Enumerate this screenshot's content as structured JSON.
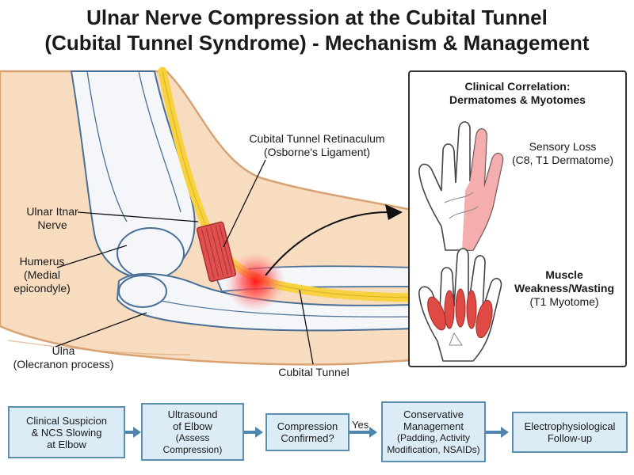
{
  "title": {
    "line1": "Ulnar Nerve Compression at the Cubital Tunnel",
    "line2": "(Cubital Tunnel Syndrome) - Mechanism & Management"
  },
  "labels": {
    "retinaculum": {
      "line1": "Cubital Tunnel Retinaculum",
      "line2": "(Osborne's Ligament)"
    },
    "ulnar_nerve": {
      "line1": "Ulnar Itnar",
      "line2": "Nerve"
    },
    "humerus": {
      "line1": "Humerus",
      "line2": "(Medial",
      "line3": "epicondyle)"
    },
    "ulna": {
      "line1": "Ulna",
      "line2": "(Olecranon process)"
    },
    "cubital_tunnel": "Cubital Tunnel"
  },
  "panel": {
    "title_line1": "Clinical Correlation:",
    "title_line2": "Dermatomes & Myotomes",
    "sensory": {
      "line1": "Sensory Loss",
      "line2": "(C8, T1 Dermatome)"
    },
    "motor": {
      "line1": "Muscle",
      "line2": "Weakness/Wasting",
      "line3": "(T1 Myotome)"
    }
  },
  "flow": {
    "step1": {
      "line1": "Clinical Suspicion",
      "line2": "& NCS Slowing",
      "line3": "at Elbow"
    },
    "step2": {
      "line1": "Ultrasound",
      "line2": "of Elbow",
      "line3": "(Assess",
      "line4": "Compression)"
    },
    "step3": {
      "line1": "Compression",
      "line2": "Confirmed?"
    },
    "yes_label": "Yes",
    "step4": {
      "line1": "Conservative",
      "line2": "Management",
      "line3": "(Padding, Activity",
      "line4": "Modification, NSAIDs)"
    },
    "step5": {
      "line1": "Electrophysiological",
      "line2": "Follow-up"
    }
  },
  "colors": {
    "skin": "#f8dcc0",
    "skin_outline": "#d9a273",
    "nerve": "#f7d23e",
    "ligament": "#e05050",
    "inflammation": "#ff2020",
    "bone_outline": "#4a6f96",
    "flow_fill": "#dcecf6",
    "flow_border": "#5b8fb0",
    "dermatome_shade": "#f2a0a0",
    "muscle": "#e04a45"
  }
}
